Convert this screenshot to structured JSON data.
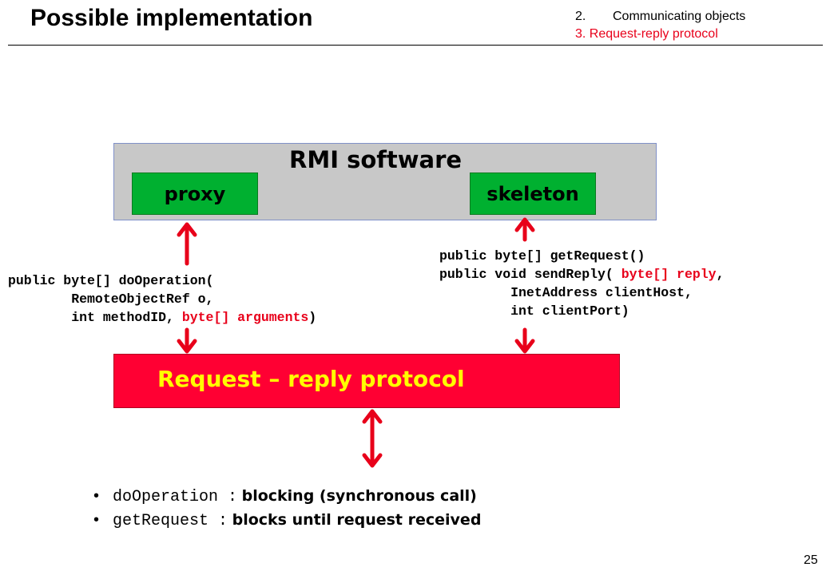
{
  "slide": {
    "title": "Possible implementation",
    "page_number": "25"
  },
  "section_nav": {
    "item_number": "2.",
    "item_label": "Communicating objects",
    "sub_item": "3. Request-reply protocol"
  },
  "diagram": {
    "rmi_label": "RMI software",
    "proxy_label": "proxy",
    "skeleton_label": "skeleton",
    "protocol_label": "Request – reply protocol"
  },
  "left_code": {
    "line1": "public byte[] doOperation(",
    "line2": "        RemoteObjectRef o,",
    "line3_pre": "        int methodID, ",
    "line3_red": "byte[] arguments",
    "line3_post": ")"
  },
  "right_code": {
    "line1": "public byte[] getRequest()",
    "line2_pre": "public void sendReply( ",
    "line2_red": "byte[] reply",
    "line2_post": ",",
    "line3": "         InetAddress clientHost,",
    "line4": "         int clientPort)"
  },
  "notes": [
    {
      "code": "doOperation :",
      "text": "blocking (synchronous call)"
    },
    {
      "code": "getRequest :",
      "text": "blocks until request received"
    }
  ],
  "colors": {
    "arrow": "#e8001a",
    "protocol_fill": "#ff0033",
    "protocol_text": "#ffff00",
    "component_fill": "#00b030",
    "rmi_fill": "#c8c8c8"
  }
}
